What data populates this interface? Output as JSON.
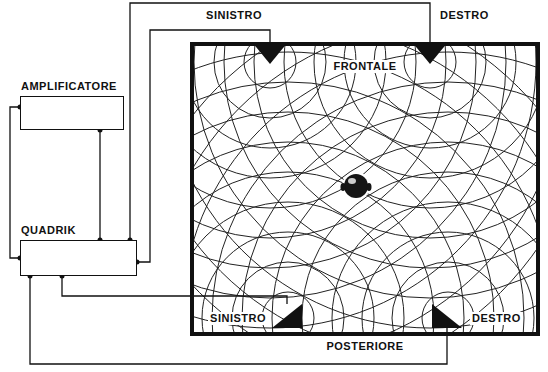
{
  "diagram": {
    "nodes": [
      {
        "text": [
          "AMPLIFICATORE"
        ]
      },
      {
        "text": [
          "QUADRIK"
        ]
      },
      {
        "text": [
          "FRONTALE",
          "POSTERIORE"
        ]
      },
      {
        "text": [
          "SINISTRO"
        ],
        "in": 2
      },
      {
        "text": [
          "DESTRO"
        ],
        "in": 2
      },
      {
        "text": [
          "SINISTRO"
        ],
        "in": 2
      },
      {
        "text": [
          "DESTRO"
        ],
        "in": 2
      }
    ],
    "edges": [
      {
        "from": 0,
        "to": 1,
        "arrow": "none"
      },
      {
        "from": 0,
        "to": 1,
        "arrow": "none"
      },
      {
        "from": 1,
        "to": 3,
        "arrow": "none"
      },
      {
        "from": 1,
        "to": 4,
        "arrow": "none"
      },
      {
        "from": 1,
        "to": 5,
        "arrow": "none"
      },
      {
        "from": 1,
        "to": 6,
        "arrow": "none"
      }
    ]
  }
}
